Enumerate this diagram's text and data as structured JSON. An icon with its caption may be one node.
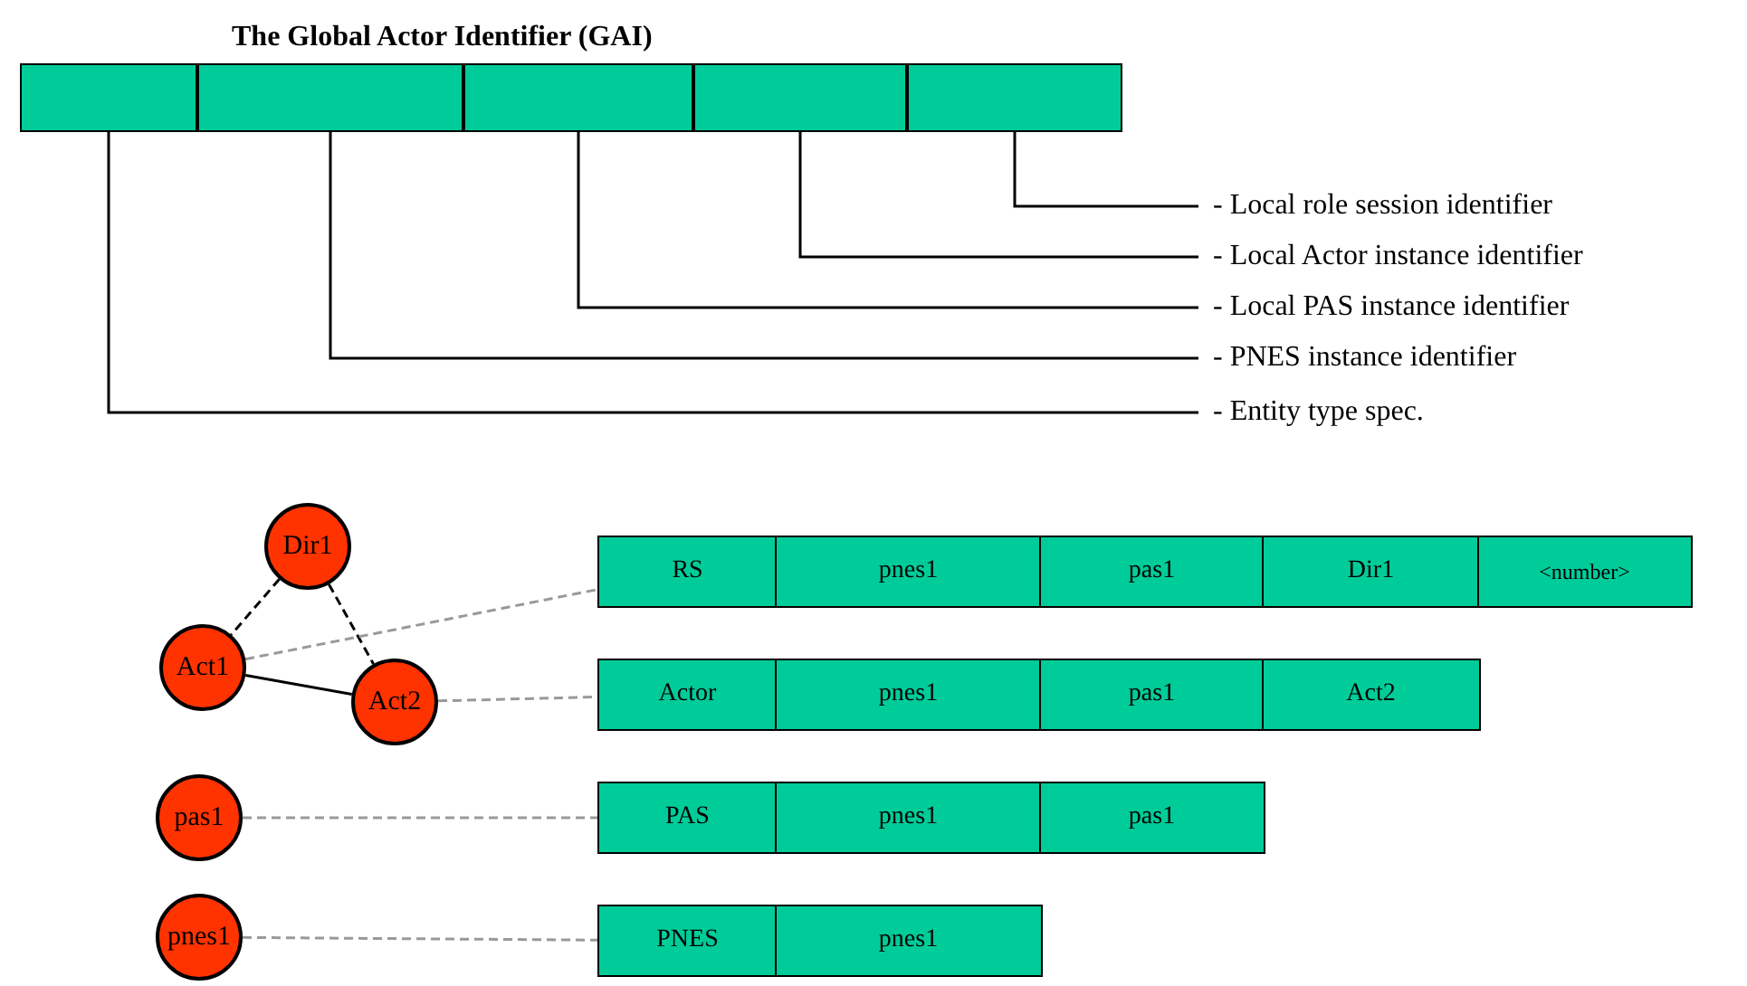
{
  "diagram": {
    "title": "The Global Actor Identifier (GAI)",
    "nodes": [
      {
        "text": [],
        "shape": "box"
      },
      {
        "text": [],
        "shape": "box"
      },
      {
        "text": [],
        "shape": "box"
      },
      {
        "text": [],
        "shape": "box"
      },
      {
        "text": [],
        "shape": "box"
      },
      {
        "text": [
          "- Local role session identifier"
        ]
      },
      {
        "text": [
          "- Local Actor instance identifier"
        ]
      },
      {
        "text": [
          "- Local PAS instance identifier"
        ]
      },
      {
        "text": [
          "- PNES instance identifier"
        ]
      },
      {
        "text": [
          "- Entity type spec."
        ]
      },
      {
        "text": [
          "Dir1"
        ]
      },
      {
        "text": [
          "Act1"
        ]
      },
      {
        "text": [
          "Act2"
        ]
      },
      {
        "text": [
          "pas1"
        ]
      },
      {
        "text": [
          "pnes1"
        ]
      },
      {
        "text": [
          "RS"
        ]
      },
      {
        "text": [
          "pnes1"
        ]
      },
      {
        "text": [
          "pas1"
        ]
      },
      {
        "text": [
          "Dir1"
        ]
      },
      {
        "text": [
          "<number>"
        ]
      },
      {
        "text": [
          "Actor"
        ]
      },
      {
        "text": [
          "pnes1"
        ]
      },
      {
        "text": [
          "pas1"
        ]
      },
      {
        "text": [
          "Act2"
        ]
      },
      {
        "text": [
          "PAS"
        ]
      },
      {
        "text": [
          "pnes1"
        ]
      },
      {
        "text": [
          "pas1"
        ]
      },
      {
        "text": [
          "PNES"
        ]
      },
      {
        "text": [
          "pnes1"
        ]
      }
    ],
    "edges": [
      {
        "from": 4,
        "to": 5,
        "arrow": "none"
      },
      {
        "from": 3,
        "to": 6,
        "arrow": "none"
      },
      {
        "from": 2,
        "to": 7,
        "arrow": "none"
      },
      {
        "from": 1,
        "to": 8,
        "arrow": "none"
      },
      {
        "from": 0,
        "to": 9,
        "arrow": "none"
      },
      {
        "from": 10,
        "to": 11,
        "arrow": "none",
        "style": "dashed"
      },
      {
        "from": 10,
        "to": 12,
        "arrow": "none",
        "style": "dashed"
      },
      {
        "from": 11,
        "to": 12,
        "arrow": "none"
      },
      {
        "from": 11,
        "to": 15,
        "arrow": "none",
        "style": "dashed",
        "color": "#999999"
      },
      {
        "from": 12,
        "to": 20,
        "arrow": "none",
        "style": "dashed",
        "color": "#999999"
      },
      {
        "from": 13,
        "to": 24,
        "arrow": "none",
        "style": "dashed",
        "color": "#999999"
      },
      {
        "from": 14,
        "to": 27,
        "arrow": "none",
        "style": "dashed",
        "color": "#999999"
      }
    ]
  }
}
